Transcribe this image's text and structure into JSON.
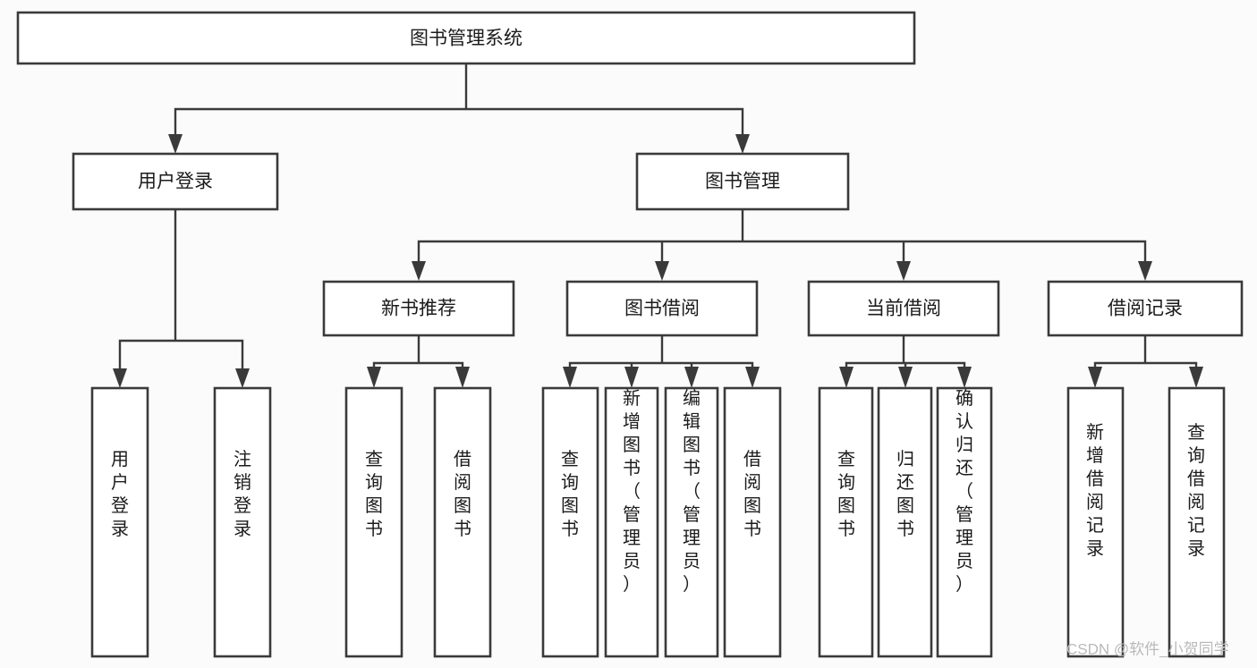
{
  "diagram": {
    "title": "图书管理系统",
    "type": "tree-hierarchy-diagram",
    "background_color": "#fbfbfb",
    "box_fill": "#ffffff",
    "box_stroke": "#3a3a3a",
    "label_color": "#1b1b1b"
  },
  "nodes": {
    "root": {
      "label": "图书管理系统",
      "orientation": "horizontal"
    },
    "level1": [
      {
        "label": "用户登录",
        "orientation": "horizontal"
      },
      {
        "label": "图书管理",
        "orientation": "horizontal"
      }
    ],
    "level2": [
      {
        "label": "新书推荐",
        "orientation": "horizontal"
      },
      {
        "label": "图书借阅",
        "orientation": "horizontal"
      },
      {
        "label": "当前借阅",
        "orientation": "horizontal"
      },
      {
        "label": "借阅记录",
        "orientation": "horizontal"
      }
    ],
    "leaves_user_login": [
      {
        "label": "用户登录",
        "orientation": "vertical"
      },
      {
        "label": "注销登录",
        "orientation": "vertical"
      }
    ],
    "leaves_new_book": [
      {
        "label": "查询图书",
        "orientation": "vertical"
      },
      {
        "label": "借阅图书",
        "orientation": "vertical"
      }
    ],
    "leaves_borrow_book": [
      {
        "label": "查询图书",
        "orientation": "vertical"
      },
      {
        "label": "新增图书（管理员）",
        "orientation": "vertical"
      },
      {
        "label": "编辑图书（管理员）",
        "orientation": "vertical"
      },
      {
        "label": "借阅图书",
        "orientation": "vertical"
      }
    ],
    "leaves_current_borrow": [
      {
        "label": "查询图书",
        "orientation": "vertical"
      },
      {
        "label": "归还图书",
        "orientation": "vertical"
      },
      {
        "label": "确认归还（管理员）",
        "orientation": "vertical"
      }
    ],
    "leaves_borrow_record": [
      {
        "label": "新增借阅记录",
        "orientation": "vertical"
      },
      {
        "label": "查询借阅记录",
        "orientation": "vertical"
      }
    ]
  },
  "watermark": {
    "text": "CSDN @软件_小贺同学",
    "color": "#b9b9b9"
  }
}
